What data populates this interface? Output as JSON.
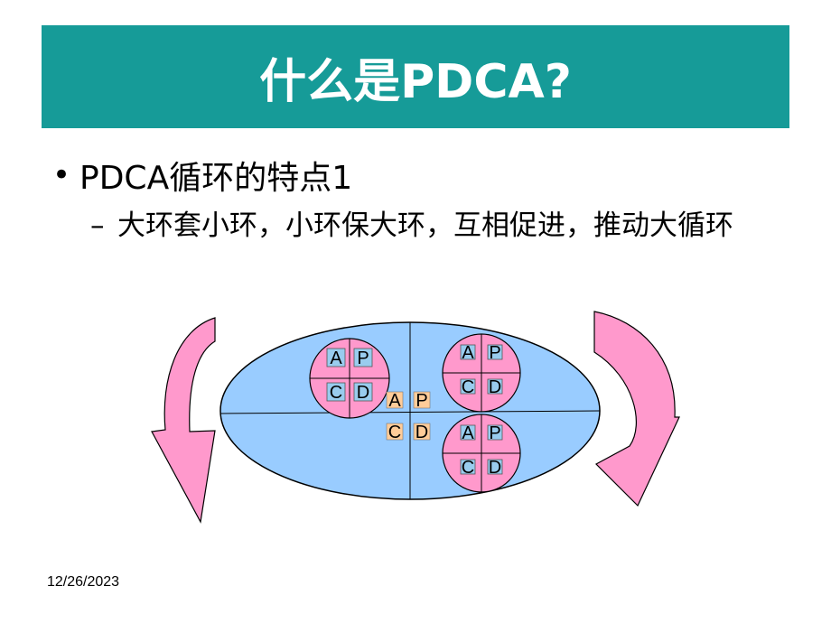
{
  "title": "什么是PDCA?",
  "bullet": {
    "marker": "•",
    "text": "PDCA循环的特点1"
  },
  "sub_bullet": {
    "marker": "–",
    "text": "大环套小环，小环保大环，互相促进，推动大循环"
  },
  "diagram": {
    "colors": {
      "ellipse": "#99ccff",
      "circle": "#ff99cc",
      "arrow": "#ff99cc",
      "small_box": "#99ccee",
      "center_box": "#ffcc99"
    },
    "circles": [
      {
        "labels": [
          "A",
          "P",
          "C",
          "D"
        ]
      },
      {
        "labels": [
          "A",
          "P",
          "C",
          "D"
        ]
      },
      {
        "labels": [
          "A",
          "P",
          "C",
          "D"
        ]
      }
    ],
    "center_labels": [
      "A",
      "P",
      "C",
      "D"
    ]
  },
  "footer": {
    "date": "12/26/2023"
  }
}
